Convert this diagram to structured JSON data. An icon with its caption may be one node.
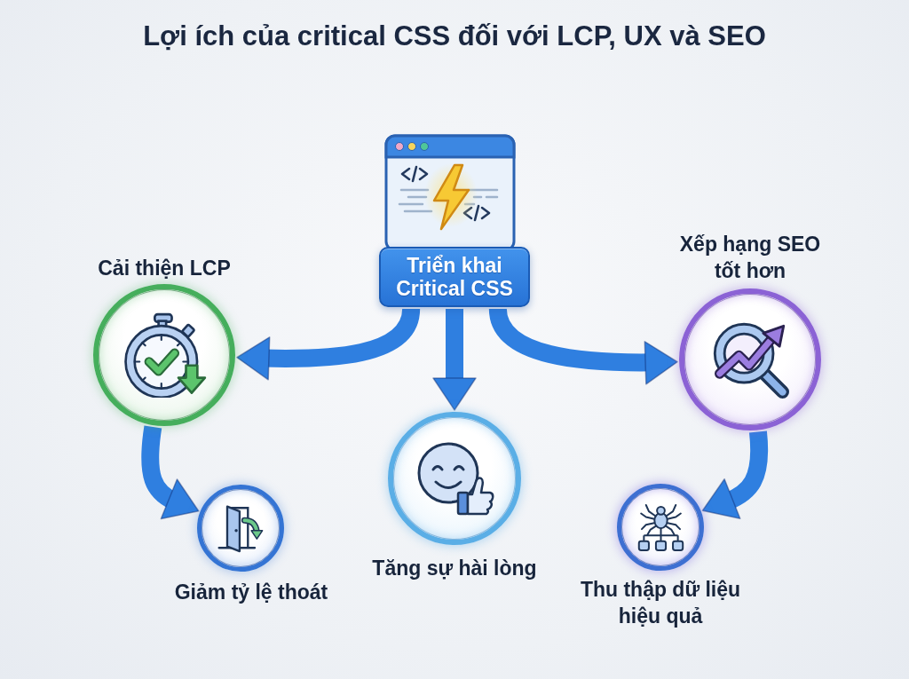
{
  "diagram": {
    "title": "Lợi ích của critical CSS đối với LCP, UX và SEO",
    "nodes": [
      {
        "text": [
          "Triển khai Critical CSS"
        ]
      },
      {
        "text": [
          "Cải thiện LCP"
        ]
      },
      {
        "text": [
          "Tăng sự hài lòng"
        ]
      },
      {
        "text": [
          "Xếp hạng SEO tốt hơn"
        ]
      },
      {
        "text": [
          "Giảm tỷ lệ thoát"
        ]
      },
      {
        "text": [
          "Thu thập dữ liệu hiệu quả"
        ]
      }
    ],
    "edges": [
      {
        "from": 0,
        "to": 1,
        "arrow": "to"
      },
      {
        "from": 0,
        "to": 2,
        "arrow": "to"
      },
      {
        "from": 0,
        "to": 3,
        "arrow": "to"
      },
      {
        "from": 1,
        "to": 4,
        "arrow": "to"
      },
      {
        "from": 3,
        "to": 5,
        "arrow": "to"
      }
    ]
  }
}
